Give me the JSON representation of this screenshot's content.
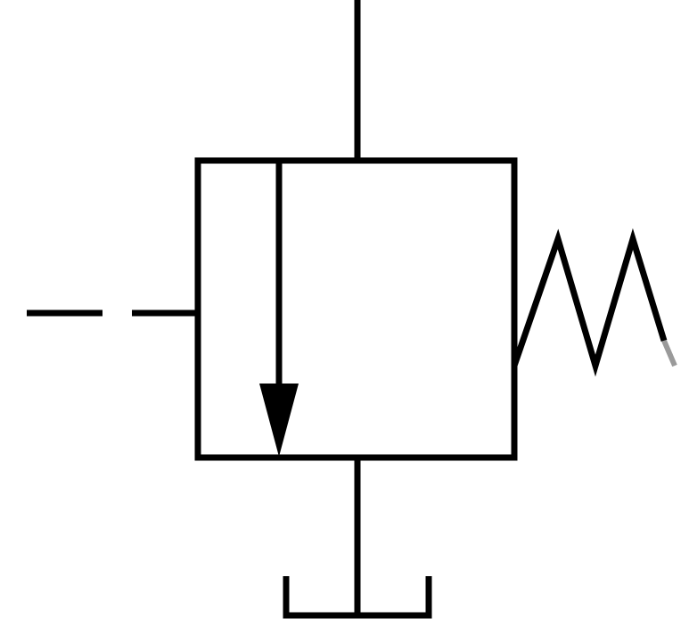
{
  "diagram": {
    "symbol": "hydraulic-pressure-relief-valve",
    "components": [
      "valve-envelope",
      "pressure-port-line",
      "flow-path-arrow",
      "pilot-control-line",
      "adjustable-spring",
      "drain-line",
      "tank-symbol"
    ]
  },
  "colors": {
    "line": "#000000",
    "background": "#ffffff",
    "spring_tail": "#9a9a9a"
  }
}
